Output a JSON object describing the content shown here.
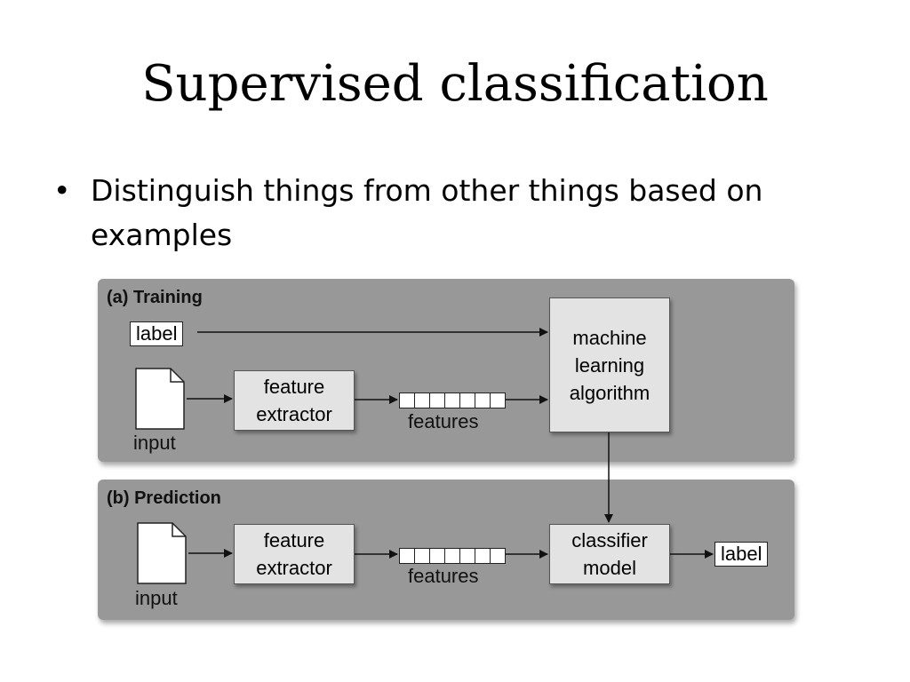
{
  "slide": {
    "title": "Supervised classification",
    "bullets": [
      "Distinguish things from other things based on examples"
    ],
    "bullet_marker": "•"
  },
  "diagram": {
    "training": {
      "title": "(a) Training",
      "label": "label",
      "input_caption": "input",
      "extractor": "feature\nextractor",
      "features_caption": "features",
      "algorithm": "machine\nlearning\nalgorithm"
    },
    "prediction": {
      "title": "(b) Prediction",
      "input_caption": "input",
      "extractor": "feature\nextractor",
      "features_caption": "features",
      "model": "classifier\nmodel",
      "label": "label"
    },
    "colors": {
      "panel": "#989898",
      "box": "#e3e3e3"
    }
  }
}
